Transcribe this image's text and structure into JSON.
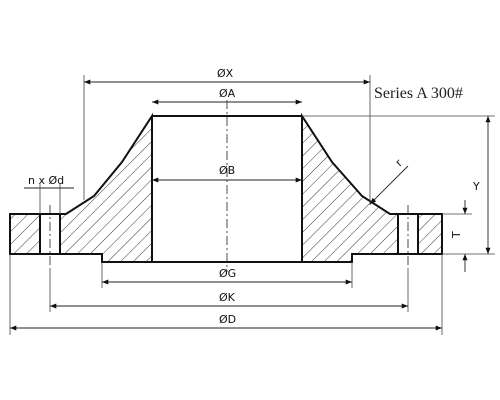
{
  "title": "Series A 300#",
  "dimensions": {
    "X": "ØX",
    "A": "ØA",
    "B": "ØB",
    "G": "ØG",
    "K": "ØK",
    "D": "ØD",
    "holes": "n x Ød",
    "r": "r",
    "Y": "Y",
    "T": "T"
  }
}
